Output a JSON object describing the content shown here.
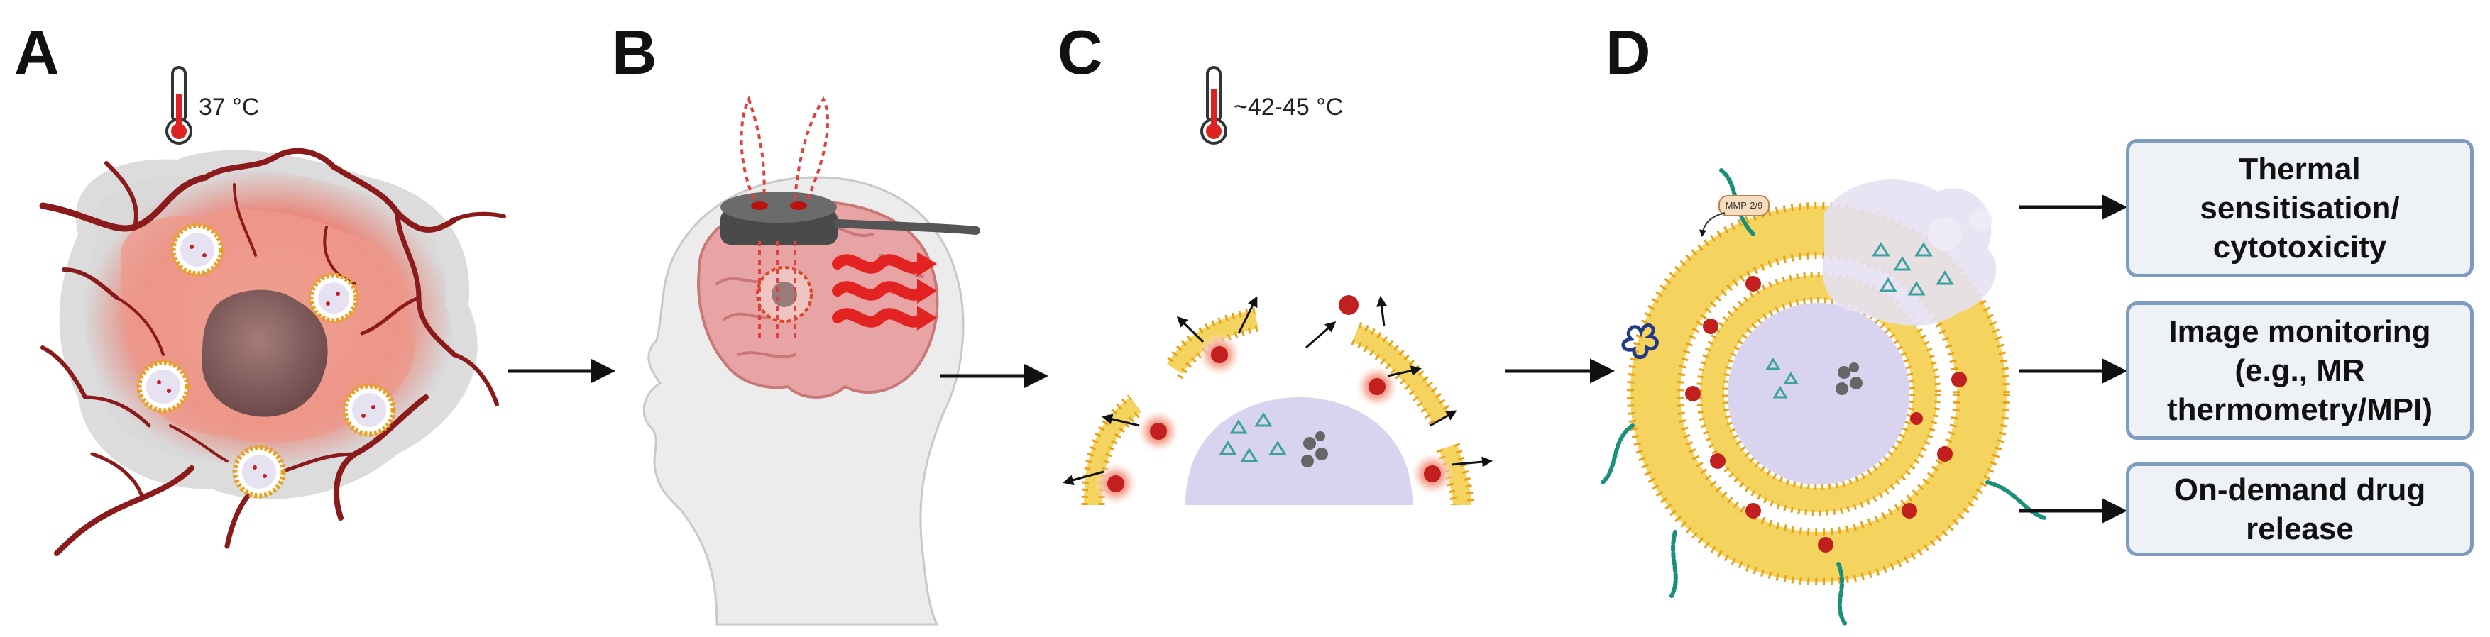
{
  "panels": {
    "a": {
      "letter": "A",
      "temperature": "37 °C"
    },
    "b": {
      "letter": "B"
    },
    "c": {
      "letter": "C",
      "temperature": "~42-45 °C"
    },
    "d": {
      "letter": "D",
      "enzyme_tag": "MMP-2/9"
    }
  },
  "outcomes": [
    {
      "lines": [
        "Thermal",
        "sensitisation/",
        "cytotoxicity"
      ]
    },
    {
      "lines": [
        "Image monitoring",
        "(e.g., MR",
        "thermometry/MPI)"
      ]
    },
    {
      "lines": [
        "On-demand drug",
        "release"
      ]
    }
  ],
  "colors": {
    "vessel": "#8b1a1a",
    "tumor_tissue": "#e8867a",
    "necrotic_core": "#8c6262",
    "lipid_head": "#e8a21a",
    "lipid_tail": "#f4d35e",
    "iron_particle": "#c21f1f",
    "cargo": "#d8d3ee",
    "heat": "#e32222",
    "box_fill": "#eef1f6",
    "box_border": "#7d9cc0"
  },
  "icons": [
    "thermometer-icon",
    "head-silhouette-icon",
    "brain-icon",
    "magnetic-coil-icon",
    "heat-wave-icon",
    "liposome-icon",
    "arrow-icon"
  ]
}
